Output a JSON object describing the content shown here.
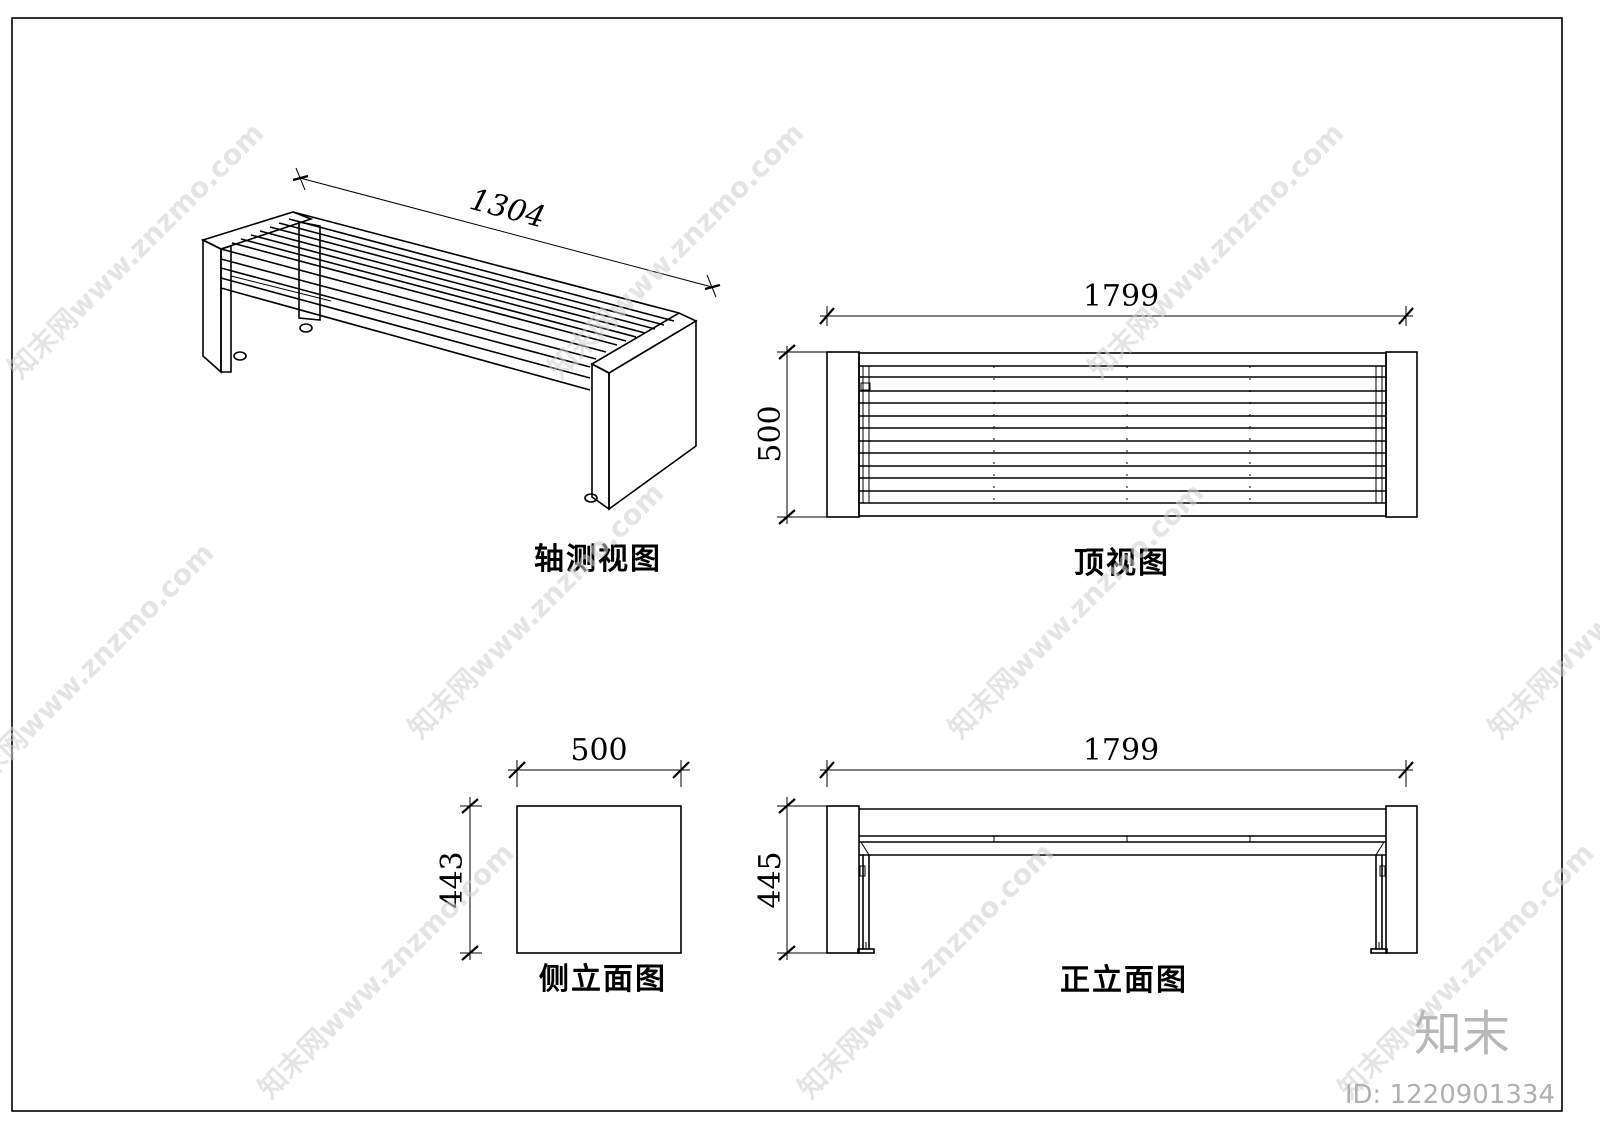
{
  "views": {
    "axonometric": {
      "caption": "轴测视图",
      "length_dim": "1304"
    },
    "top": {
      "caption": "顶视图",
      "width_dim": "1799",
      "depth_dim": "500"
    },
    "side": {
      "caption": "侧立面图",
      "width_dim": "500",
      "height_dim": "443"
    },
    "front": {
      "caption": "正立面图",
      "width_dim": "1799",
      "height_dim": "445"
    }
  },
  "watermark": {
    "text": "知末网www.znzmo.com",
    "logo": "知末",
    "id_label": "ID: 1220901334"
  }
}
